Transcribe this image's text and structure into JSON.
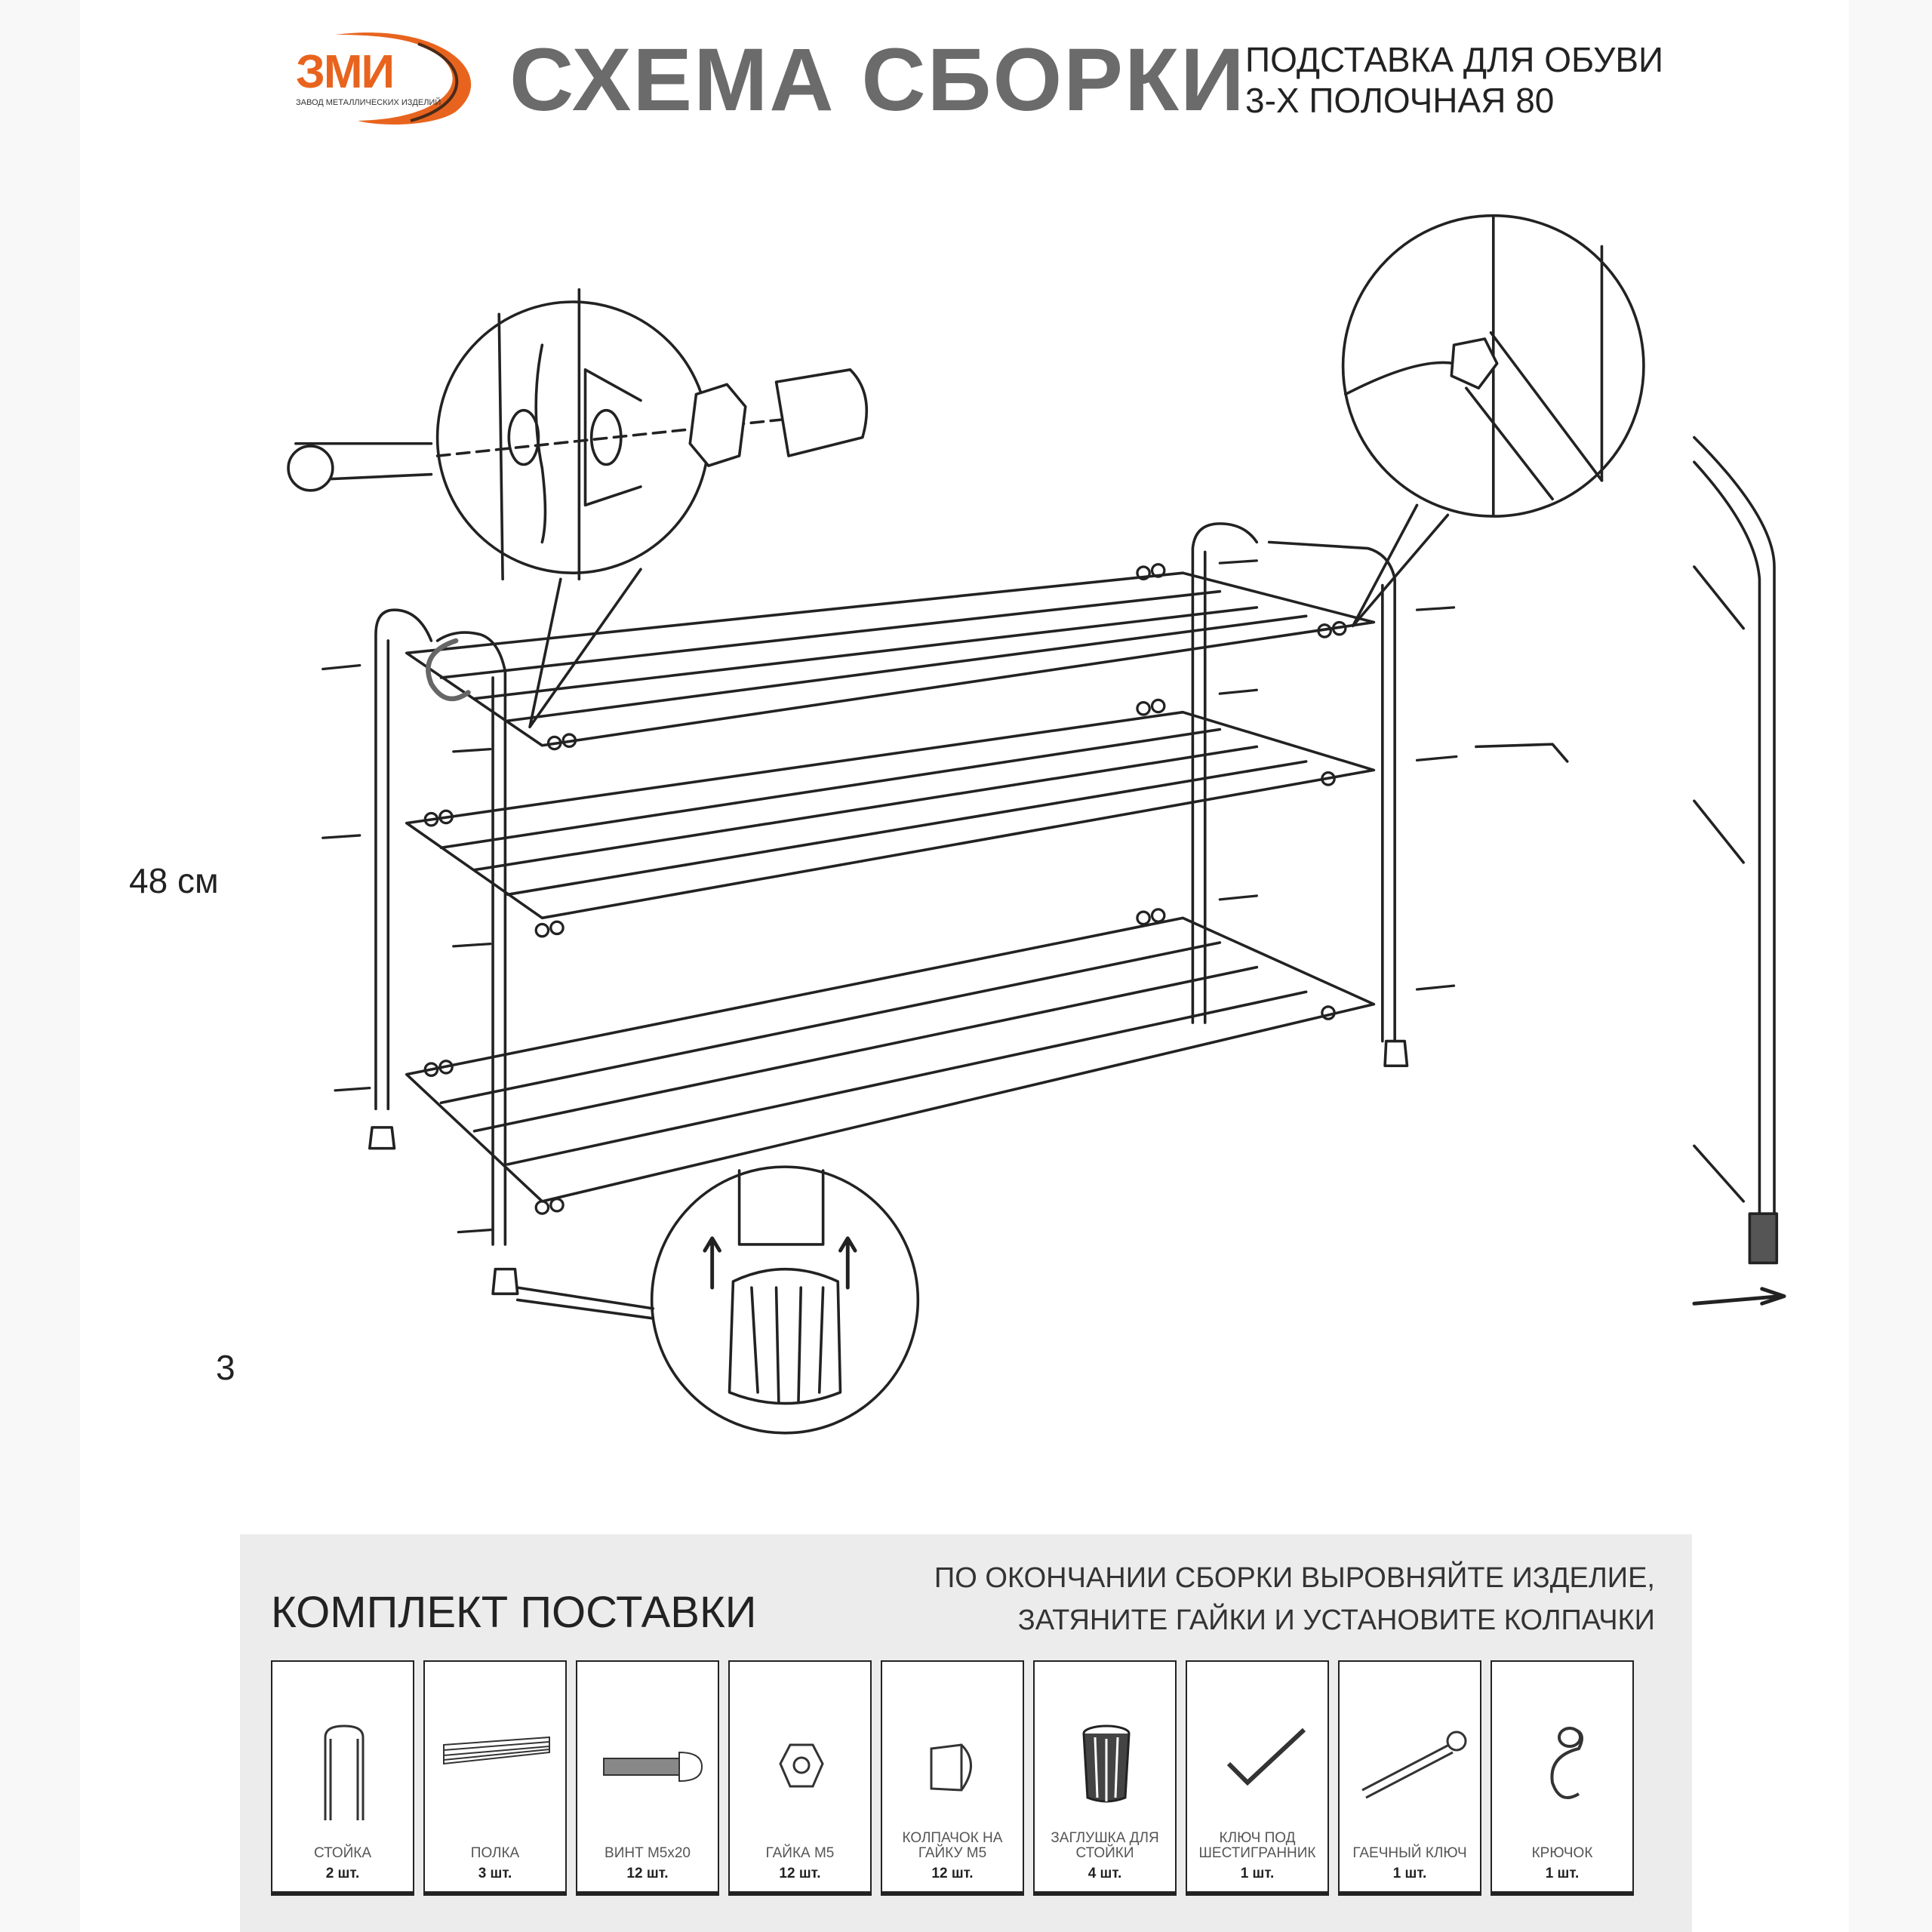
{
  "header": {
    "logo_text": "ЗМИ",
    "logo_subtext": "ЗАВОД МЕТАЛЛИЧЕСКИХ ИЗДЕЛИЙ",
    "title": "СХЕМА СБОРКИ",
    "subtitle_line1": "ПОДСТАВКА ДЛЯ ОБУВИ",
    "subtitle_line2": "3-Х ПОЛОЧНАЯ 80",
    "brand_color": "#e8641e"
  },
  "dimensions": {
    "height": "48 см",
    "depth_partial": "3"
  },
  "kit": {
    "title": "КОМПЛЕКТ ПОСТАВКИ",
    "note_line1": "ПО ОКОНЧАНИИ СБОРКИ ВЫРОВНЯЙТЕ ИЗДЕЛИЕ,",
    "note_line2": "ЗАТЯНИТЕ ГАЙКИ И УСТАНОВИТЕ КОЛПАЧКИ",
    "items": [
      {
        "label": "СТОЙКА",
        "count": "2 шт.",
        "icon": "frame-icon"
      },
      {
        "label": "ПОЛКА",
        "count": "3 шт.",
        "icon": "shelf-icon"
      },
      {
        "label": "ВИНТ М5х20",
        "count": "12 шт.",
        "icon": "screw-icon"
      },
      {
        "label": "ГАЙКА М5",
        "count": "12 шт.",
        "icon": "nut-icon"
      },
      {
        "label": "КОЛПАЧОК НА ГАЙКУ М5",
        "count": "12 шт.",
        "icon": "nut-cap-icon"
      },
      {
        "label": "ЗАГЛУШКА ДЛЯ СТОЙКИ",
        "count": "4 шт.",
        "icon": "leg-plug-icon"
      },
      {
        "label": "КЛЮЧ ПОД ШЕСТИГРАННИК",
        "count": "1 шт.",
        "icon": "hex-key-icon"
      },
      {
        "label": "ГАЕЧНЫЙ КЛЮЧ",
        "count": "1 шт.",
        "icon": "wrench-icon"
      },
      {
        "label": "КРЮЧОК",
        "count": "1 шт.",
        "icon": "hook-icon"
      }
    ]
  }
}
